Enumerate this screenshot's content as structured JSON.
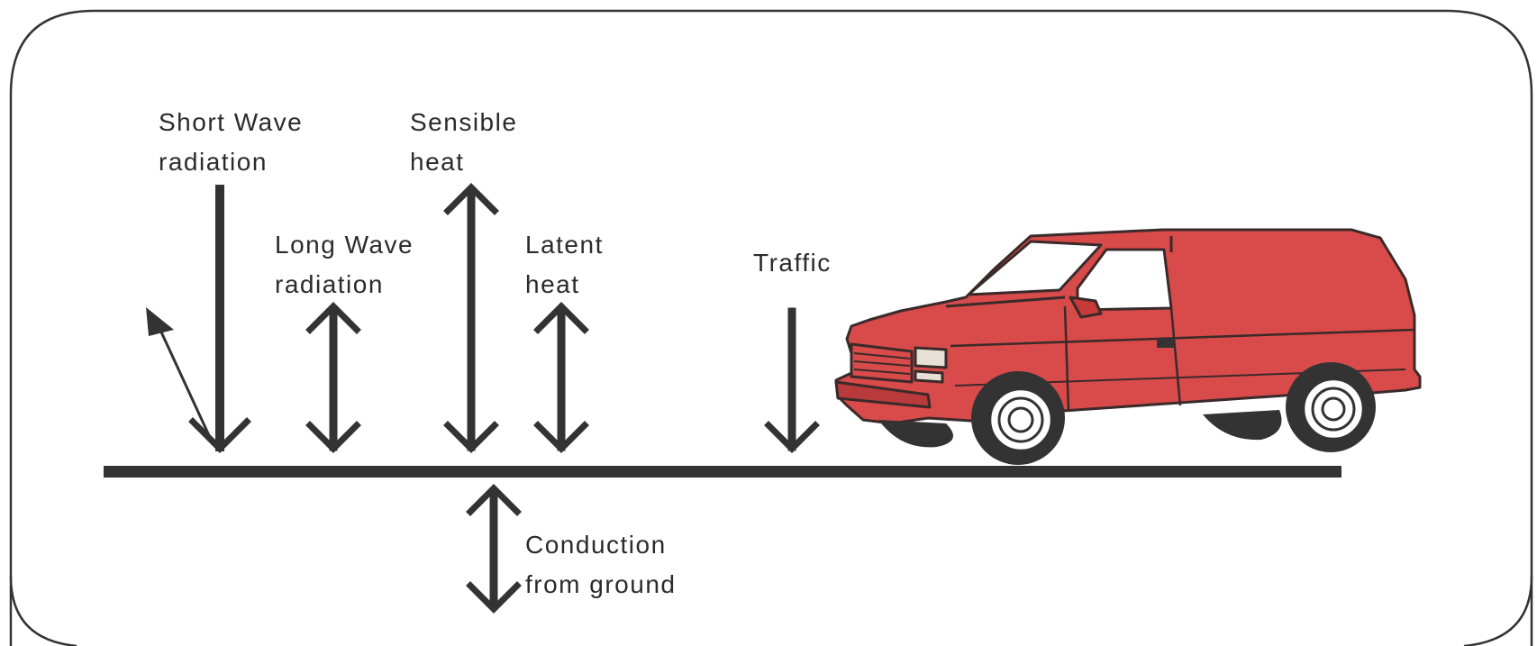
{
  "labels": {
    "short_wave": [
      "Short Wave",
      "radiation"
    ],
    "long_wave": [
      "Long Wave",
      "radiation"
    ],
    "sensible": [
      "Sensible",
      "heat"
    ],
    "latent": [
      "Latent",
      "heat"
    ],
    "traffic": "Traffic",
    "conduction": [
      "Conduction",
      "from ground"
    ]
  },
  "colors": {
    "ink": "#333333",
    "van_body": "#d94a4a",
    "van_outline": "#3a2a2a",
    "frame": "#333333"
  },
  "icons": {
    "vehicle": "van-icon"
  }
}
